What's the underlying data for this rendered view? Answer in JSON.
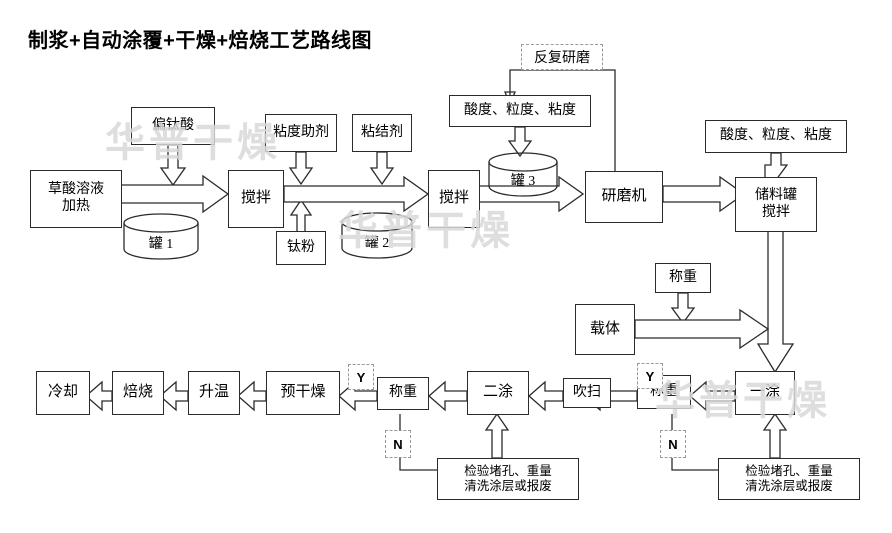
{
  "title": "制浆+自动涂覆+干燥+焙烧工艺路线图",
  "watermark": "华普干燥",
  "nodes": {
    "additive": "偏钛酸",
    "oxalic": "草酸溶液\n加热",
    "tank1": "罐 1",
    "mix1": "搅拌",
    "ti_powder": "钛粉",
    "visc_aid": "粘度助剂",
    "binder": "粘结剂",
    "tank2": "罐 2",
    "mix2": "搅拌",
    "tank3": "罐 3",
    "regrind": "反复研磨",
    "quality1": "酸度、粒度、粘度",
    "grinder": "研磨机",
    "quality2": "酸度、粒度、粘度",
    "storage": "储料罐\n搅拌",
    "weigh_carrier": "称重",
    "carrier": "载体",
    "coat1": "一涂",
    "weigh1": "称重",
    "inspect1": "检验堵孔、重量\n清洗涂层或报废",
    "blow": "吹扫",
    "coat2": "二涂",
    "weigh2": "称重",
    "inspect2": "检验堵孔、重量\n清洗涂层或报废",
    "predry": "预干燥",
    "heatup": "升温",
    "calcine": "焙烧",
    "cool": "冷却"
  },
  "decisions": {
    "yes": "Y",
    "no": "N"
  },
  "colors": {
    "stroke": "#2b2b2b",
    "background": "#ffffff",
    "dashed": "#9a9a9a",
    "watermark": "#d9d9d9"
  }
}
